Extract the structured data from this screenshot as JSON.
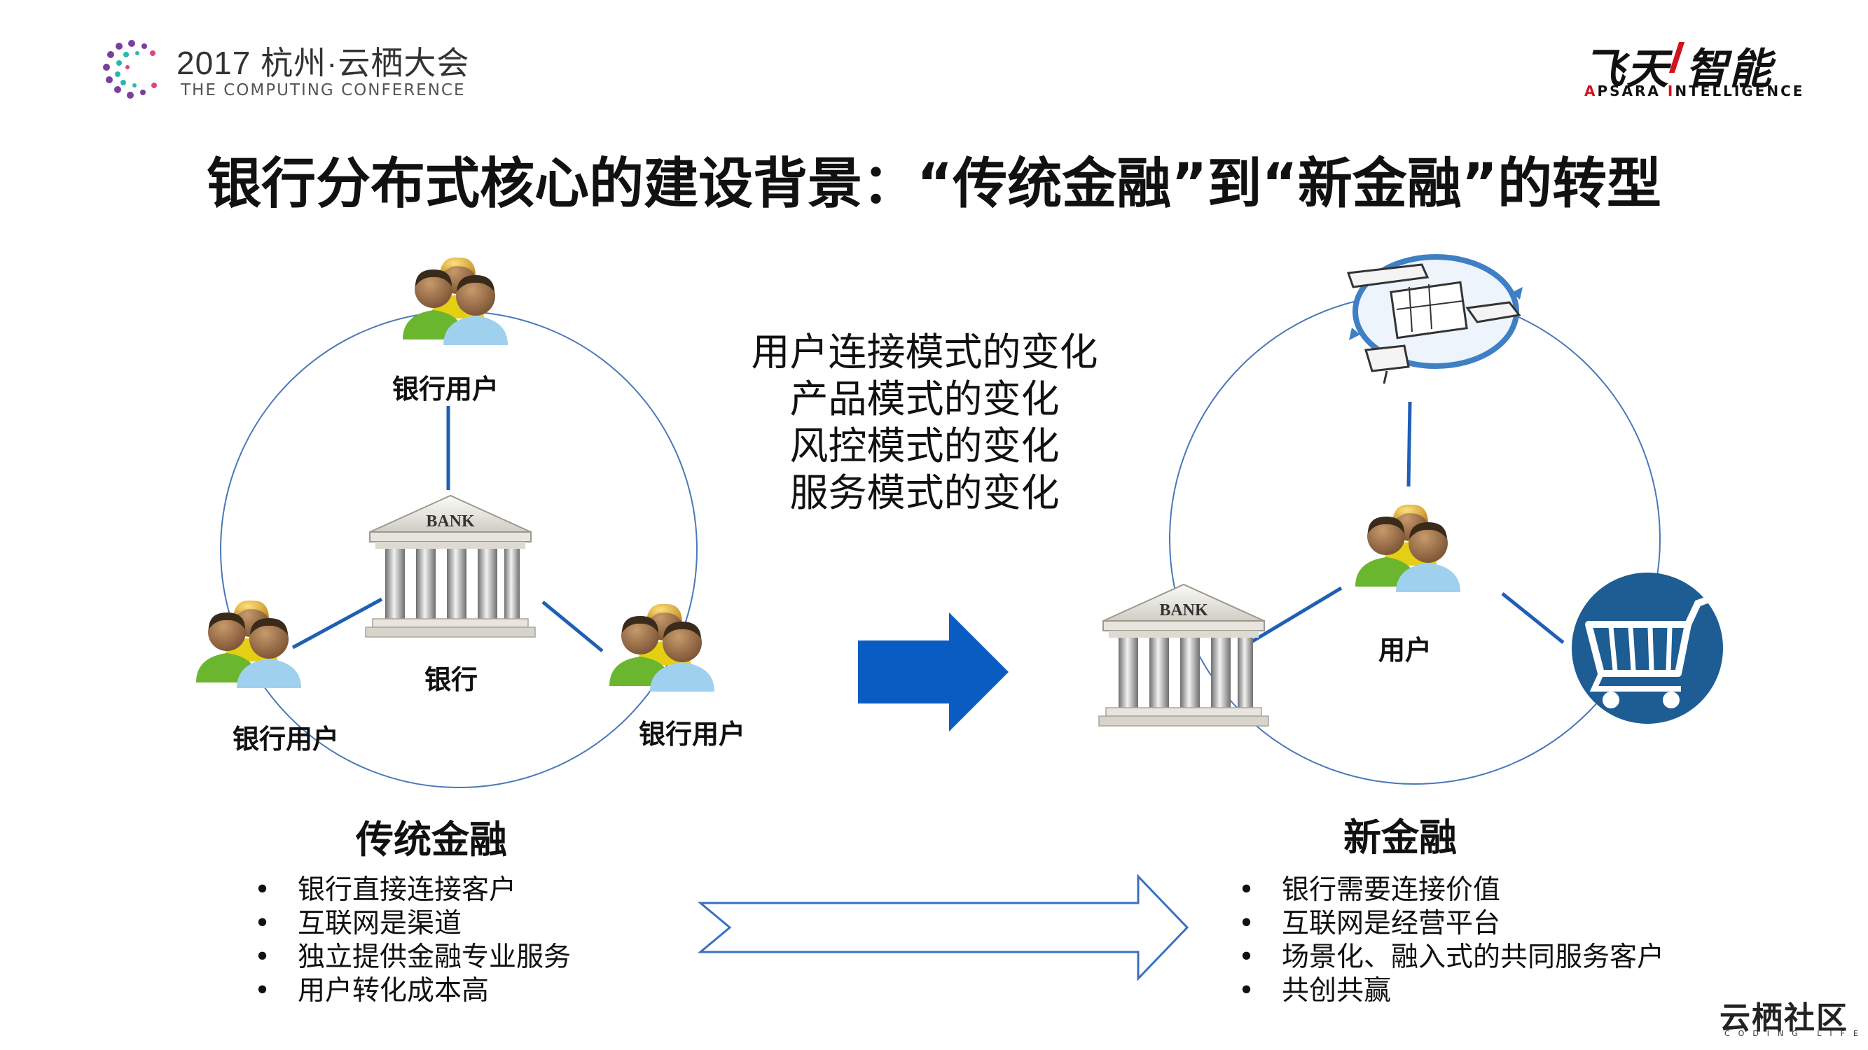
{
  "header": {
    "conference_title": "2017 杭州·云栖大会",
    "conference_subtitle": "THE COMPUTING CONFERENCE",
    "brand_cn": "飞天 智能",
    "brand_en_a": "A",
    "brand_en_b": "PSARA ",
    "brand_en_c": "I",
    "brand_en_d": "NTELLIGENCE"
  },
  "title": "银行分布式核心的建设背景：“传统金融”到“新金融”的转型",
  "left_diagram": {
    "center_label": "银行",
    "bank_sign": "BANK",
    "top_user_label": "银行用户",
    "left_user_label": "银行用户",
    "right_user_label": "银行用户",
    "heading": "传统金融",
    "bullets": [
      "银行直接连接客户",
      "互联网是渠道",
      "独立提供金融专业服务",
      "用户转化成本高"
    ]
  },
  "changes": [
    "用户连接模式的变化",
    "产品模式的变化",
    "风控模式的变化",
    "服务模式的变化"
  ],
  "right_diagram": {
    "bank_sign": "BANK",
    "user_label": "用户",
    "heading": "新金融",
    "bullets": [
      "银行需要连接价值",
      "互联网是经营平台",
      "场景化、融入式的共同服务客户",
      "共创共赢"
    ]
  },
  "footer": {
    "community_logo": "云栖社区",
    "community_sub": "CODING LIFE"
  },
  "colors": {
    "circle": "#4a78b8",
    "connector": "#1f5fb4",
    "arrow_solid": "#0a5cc2",
    "arrow_outline": "#3a6fc4",
    "cart_circle": "#1d5d93",
    "brand_red": "#d0141e"
  }
}
